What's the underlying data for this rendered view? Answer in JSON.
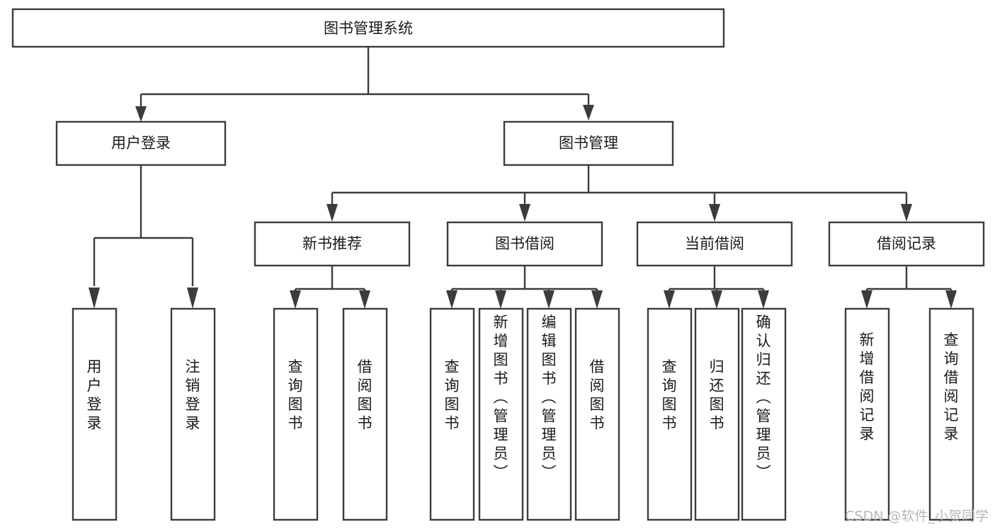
{
  "diagram": {
    "title": "图书管理系统",
    "type": "tree",
    "orientation": "top-down",
    "colors": {
      "stroke": "#3c3c3c",
      "fill": "#ffffff",
      "text": "#1a1a1a",
      "background": "#ffffff",
      "watermark": "#b8b8b8"
    },
    "root": {
      "label": "图书管理系统"
    },
    "level2": [
      {
        "label": "用户登录"
      },
      {
        "label": "图书管理"
      }
    ],
    "level3": [
      {
        "label": "新书推荐"
      },
      {
        "label": "图书借阅"
      },
      {
        "label": "当前借阅"
      },
      {
        "label": "借阅记录"
      }
    ],
    "leaves": {
      "user_login": [
        {
          "label": "用户登录"
        },
        {
          "label": "注销登录"
        }
      ],
      "new_book_recommend": [
        {
          "label": "查询图书"
        },
        {
          "label": "借阅图书"
        }
      ],
      "book_borrow": [
        {
          "label": "查询图书"
        },
        {
          "label": "新增图书（管理员）"
        },
        {
          "label": "编辑图书（管理员）"
        },
        {
          "label": "借阅图书"
        }
      ],
      "current_borrow": [
        {
          "label": "查询图书"
        },
        {
          "label": "归还图书"
        },
        {
          "label": "确认归还（管理员）"
        }
      ],
      "borrow_record": [
        {
          "label": "新增借阅记录"
        },
        {
          "label": "查询借阅记录"
        }
      ]
    }
  },
  "watermark": {
    "text": "CSDN @软件_小贺同学"
  }
}
